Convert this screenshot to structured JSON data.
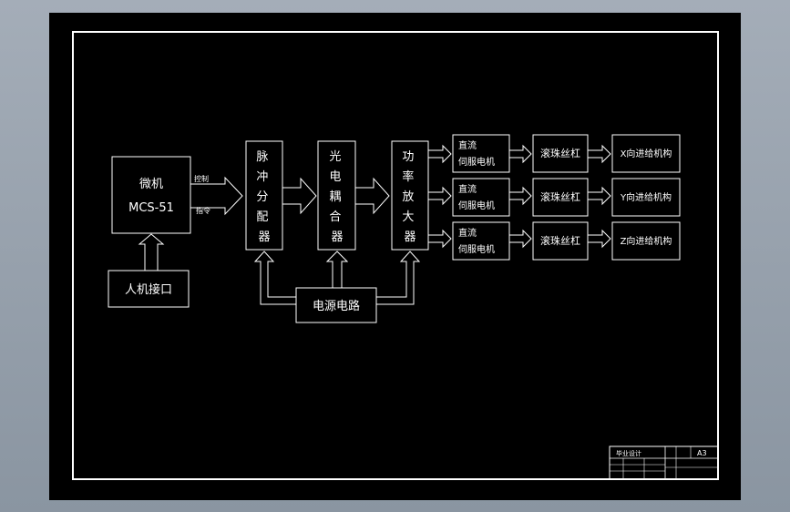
{
  "blocks": {
    "mcu": {
      "line1": "微机",
      "line2": "MCS-51"
    },
    "hmi": "人机接口",
    "pulse": "脉冲分配器",
    "opto": "光电耦合器",
    "amp": "功率放大器",
    "power": "电源电路",
    "servo_line1": "直流",
    "servo_line2": "伺服电机",
    "ballscrew": "滚珠丝杠",
    "feed_x": "X向进给机构",
    "feed_y": "Y向进给机构",
    "feed_z": "Z向进给机构"
  },
  "signals": {
    "control": "控制",
    "command": "指令"
  },
  "title_block": {
    "name": "毕业设计",
    "size": "A3"
  },
  "colors": {
    "line": "#ffffff",
    "sheet": "#000000",
    "background": "#8f9aa6"
  }
}
